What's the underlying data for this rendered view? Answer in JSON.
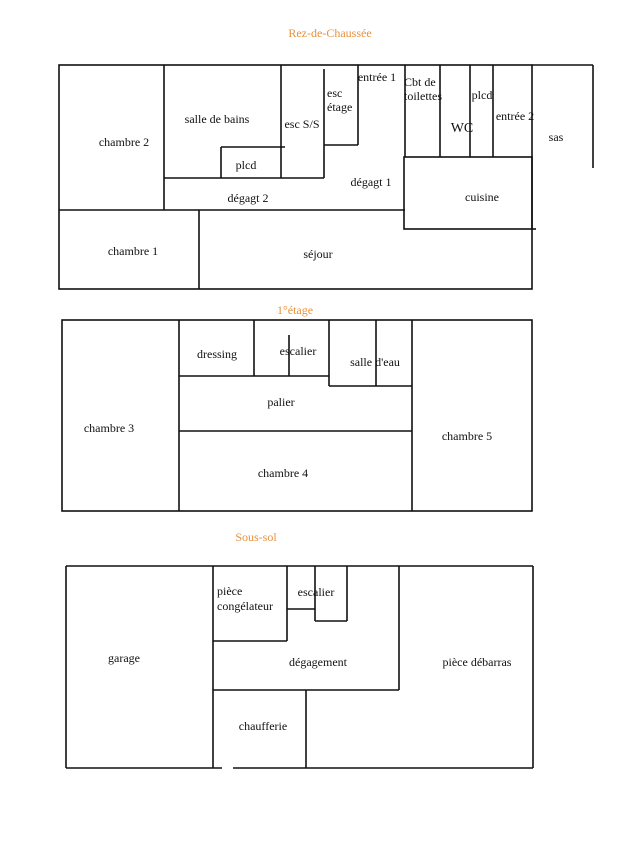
{
  "title_color": "#e8913a",
  "floors": {
    "ground": {
      "title": "Rez-de-Chaussée",
      "rooms": {
        "chambre2": "chambre 2",
        "salle_de_bains": "salle de bains",
        "plcd1": "plcd",
        "esc_ss": "esc S/S",
        "esc_etage_1": "esc",
        "esc_etage_2": "étage",
        "entree1": "entrée 1",
        "cbt_1": "Cbt de",
        "cbt_2": "toilettes",
        "plcd2": "plcd",
        "wc": "WC",
        "entree2": "entrée 2",
        "sas": "sas",
        "degagt1": "dégagt 1",
        "degagt2": "dégagt 2",
        "cuisine": "cuisine",
        "chambre1": "chambre 1",
        "sejour": "séjour"
      }
    },
    "first": {
      "title": "1°étage",
      "rooms": {
        "dressing": "dressing",
        "escalier": "escalier",
        "salle_deau": "salle d'eau",
        "palier": "palier",
        "chambre3": "chambre 3",
        "chambre4": "chambre 4",
        "chambre5": "chambre 5"
      }
    },
    "basement": {
      "title": "Sous-sol",
      "rooms": {
        "congelateur_1": "pièce",
        "congelateur_2": "congélateur",
        "escalier": "escalier",
        "garage": "garage",
        "degagement": "dégagement",
        "debarras": "pièce débarras",
        "chaufferie": "chaufferie"
      }
    }
  }
}
